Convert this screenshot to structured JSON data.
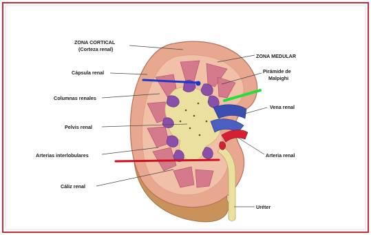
{
  "labels": {
    "zona_cortical": "ZONA CORTICAL",
    "corteza_renal": "(Corteza renal)",
    "zona_medular": "ZONA MEDULAR",
    "capsula_renal": "Cápsula renal",
    "piramide_line1": "Pirámide de",
    "piramide_line2": "Malpighi",
    "columnas_renales": "Columnas renales",
    "vena_renal": "Vena renal",
    "pelvis_renal": "Pelvis renal",
    "arteria_renal": "Arteria renal",
    "arterias_interlobulares": "Arterias interlobulares",
    "caliz_renal": "Cáliz renal",
    "ureter": "Uréter"
  },
  "colors": {
    "frame_border": "#c8283c",
    "cortex": "#e8a890",
    "pyramid": "#d47a8c",
    "calyx": "#8a4fa8",
    "pelvis": "#ece0a0",
    "vein": "#3a4fb0",
    "artery": "#d42030",
    "annotation_blue": "#1a38c8",
    "annotation_green": "#22e03a",
    "annotation_red": "#cc1020"
  }
}
